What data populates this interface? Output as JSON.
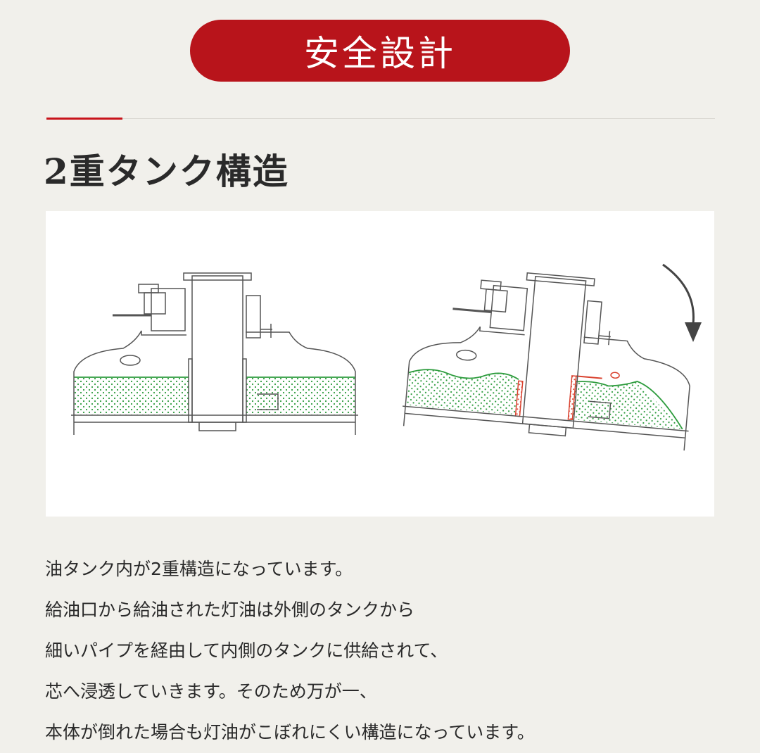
{
  "banner": {
    "title": "安全設計"
  },
  "section": {
    "heading": "2重タンク構造"
  },
  "colors": {
    "accent": "#b8141b",
    "fuel": "#2e9c3e",
    "flow": "#d9412e",
    "background": "#f1f0eb"
  },
  "icons": [
    "curved-arrow-icon"
  ],
  "body": {
    "lines": [
      "油タンク内が2重構造になっています。",
      "給油口から給油された灯油は外側のタンクから",
      "細いパイプを経由して内側のタンクに供給されて、",
      "芯へ浸透していきます。そのため万が一、",
      "本体が倒れた場合も灯油がこぼれにくい構造になっています。"
    ]
  }
}
